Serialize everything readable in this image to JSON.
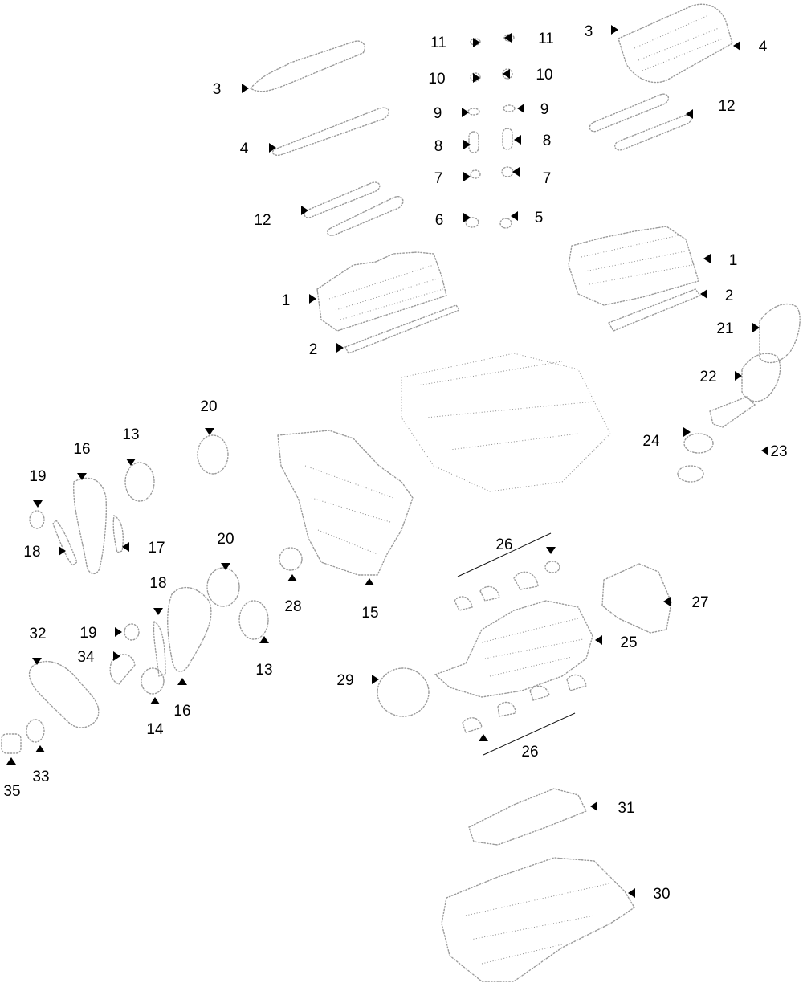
{
  "diagram": {
    "callouts": [
      {
        "id": "c3a",
        "text": "3"
      },
      {
        "id": "c4a",
        "text": "4"
      },
      {
        "id": "c12a",
        "text": "12"
      },
      {
        "id": "c11a",
        "text": "11"
      },
      {
        "id": "c11b",
        "text": "11"
      },
      {
        "id": "c10a",
        "text": "10"
      },
      {
        "id": "c10b",
        "text": "10"
      },
      {
        "id": "c9a",
        "text": "9"
      },
      {
        "id": "c9b",
        "text": "9"
      },
      {
        "id": "c8a",
        "text": "8"
      },
      {
        "id": "c8b",
        "text": "8"
      },
      {
        "id": "c7a",
        "text": "7"
      },
      {
        "id": "c7b",
        "text": "7"
      },
      {
        "id": "c6",
        "text": "6"
      },
      {
        "id": "c5",
        "text": "5"
      },
      {
        "id": "c3b",
        "text": "3"
      },
      {
        "id": "c4b",
        "text": "4"
      },
      {
        "id": "c12b",
        "text": "12"
      },
      {
        "id": "c1a",
        "text": "1"
      },
      {
        "id": "c2a",
        "text": "2"
      },
      {
        "id": "c1b",
        "text": "1"
      },
      {
        "id": "c2b",
        "text": "2"
      },
      {
        "id": "c21",
        "text": "21"
      },
      {
        "id": "c22",
        "text": "22"
      },
      {
        "id": "c24",
        "text": "24"
      },
      {
        "id": "c23",
        "text": "23"
      },
      {
        "id": "c20a",
        "text": "20"
      },
      {
        "id": "c13a",
        "text": "13"
      },
      {
        "id": "c16a",
        "text": "16"
      },
      {
        "id": "c19a",
        "text": "19"
      },
      {
        "id": "c18a",
        "text": "18"
      },
      {
        "id": "c17",
        "text": "17"
      },
      {
        "id": "c20b",
        "text": "20"
      },
      {
        "id": "c18b",
        "text": "18"
      },
      {
        "id": "c19b",
        "text": "19"
      },
      {
        "id": "c34",
        "text": "34"
      },
      {
        "id": "c32",
        "text": "32"
      },
      {
        "id": "c14",
        "text": "14"
      },
      {
        "id": "c16b",
        "text": "16"
      },
      {
        "id": "c13b",
        "text": "13"
      },
      {
        "id": "c28",
        "text": "28"
      },
      {
        "id": "c15",
        "text": "15"
      },
      {
        "id": "c26a",
        "text": "26"
      },
      {
        "id": "c27",
        "text": "27"
      },
      {
        "id": "c25",
        "text": "25"
      },
      {
        "id": "c29",
        "text": "29"
      },
      {
        "id": "c26b",
        "text": "26"
      },
      {
        "id": "c33",
        "text": "33"
      },
      {
        "id": "c35",
        "text": "35"
      },
      {
        "id": "c31",
        "text": "31"
      },
      {
        "id": "c30",
        "text": "30"
      }
    ]
  }
}
